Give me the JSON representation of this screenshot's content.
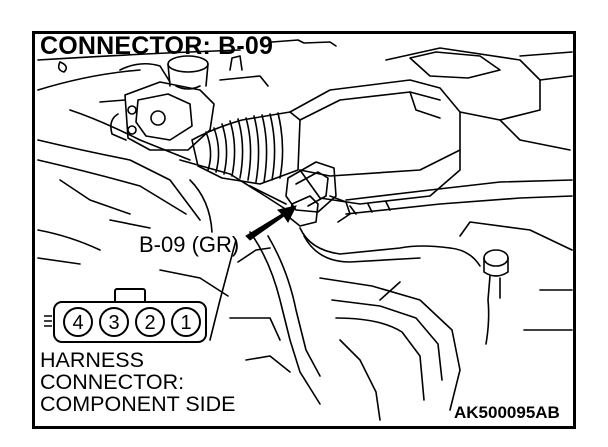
{
  "title": "CONNECTOR: B-09",
  "callout_label": "B-09 (GR)",
  "connector_pins": [
    "4",
    "3",
    "2",
    "1"
  ],
  "legend_lines": [
    "HARNESS",
    "CONNECTOR:",
    "COMPONENT SIDE"
  ],
  "figure_code": "AK500095AB",
  "colors": {
    "line": "#000000",
    "background": "#ffffff"
  }
}
